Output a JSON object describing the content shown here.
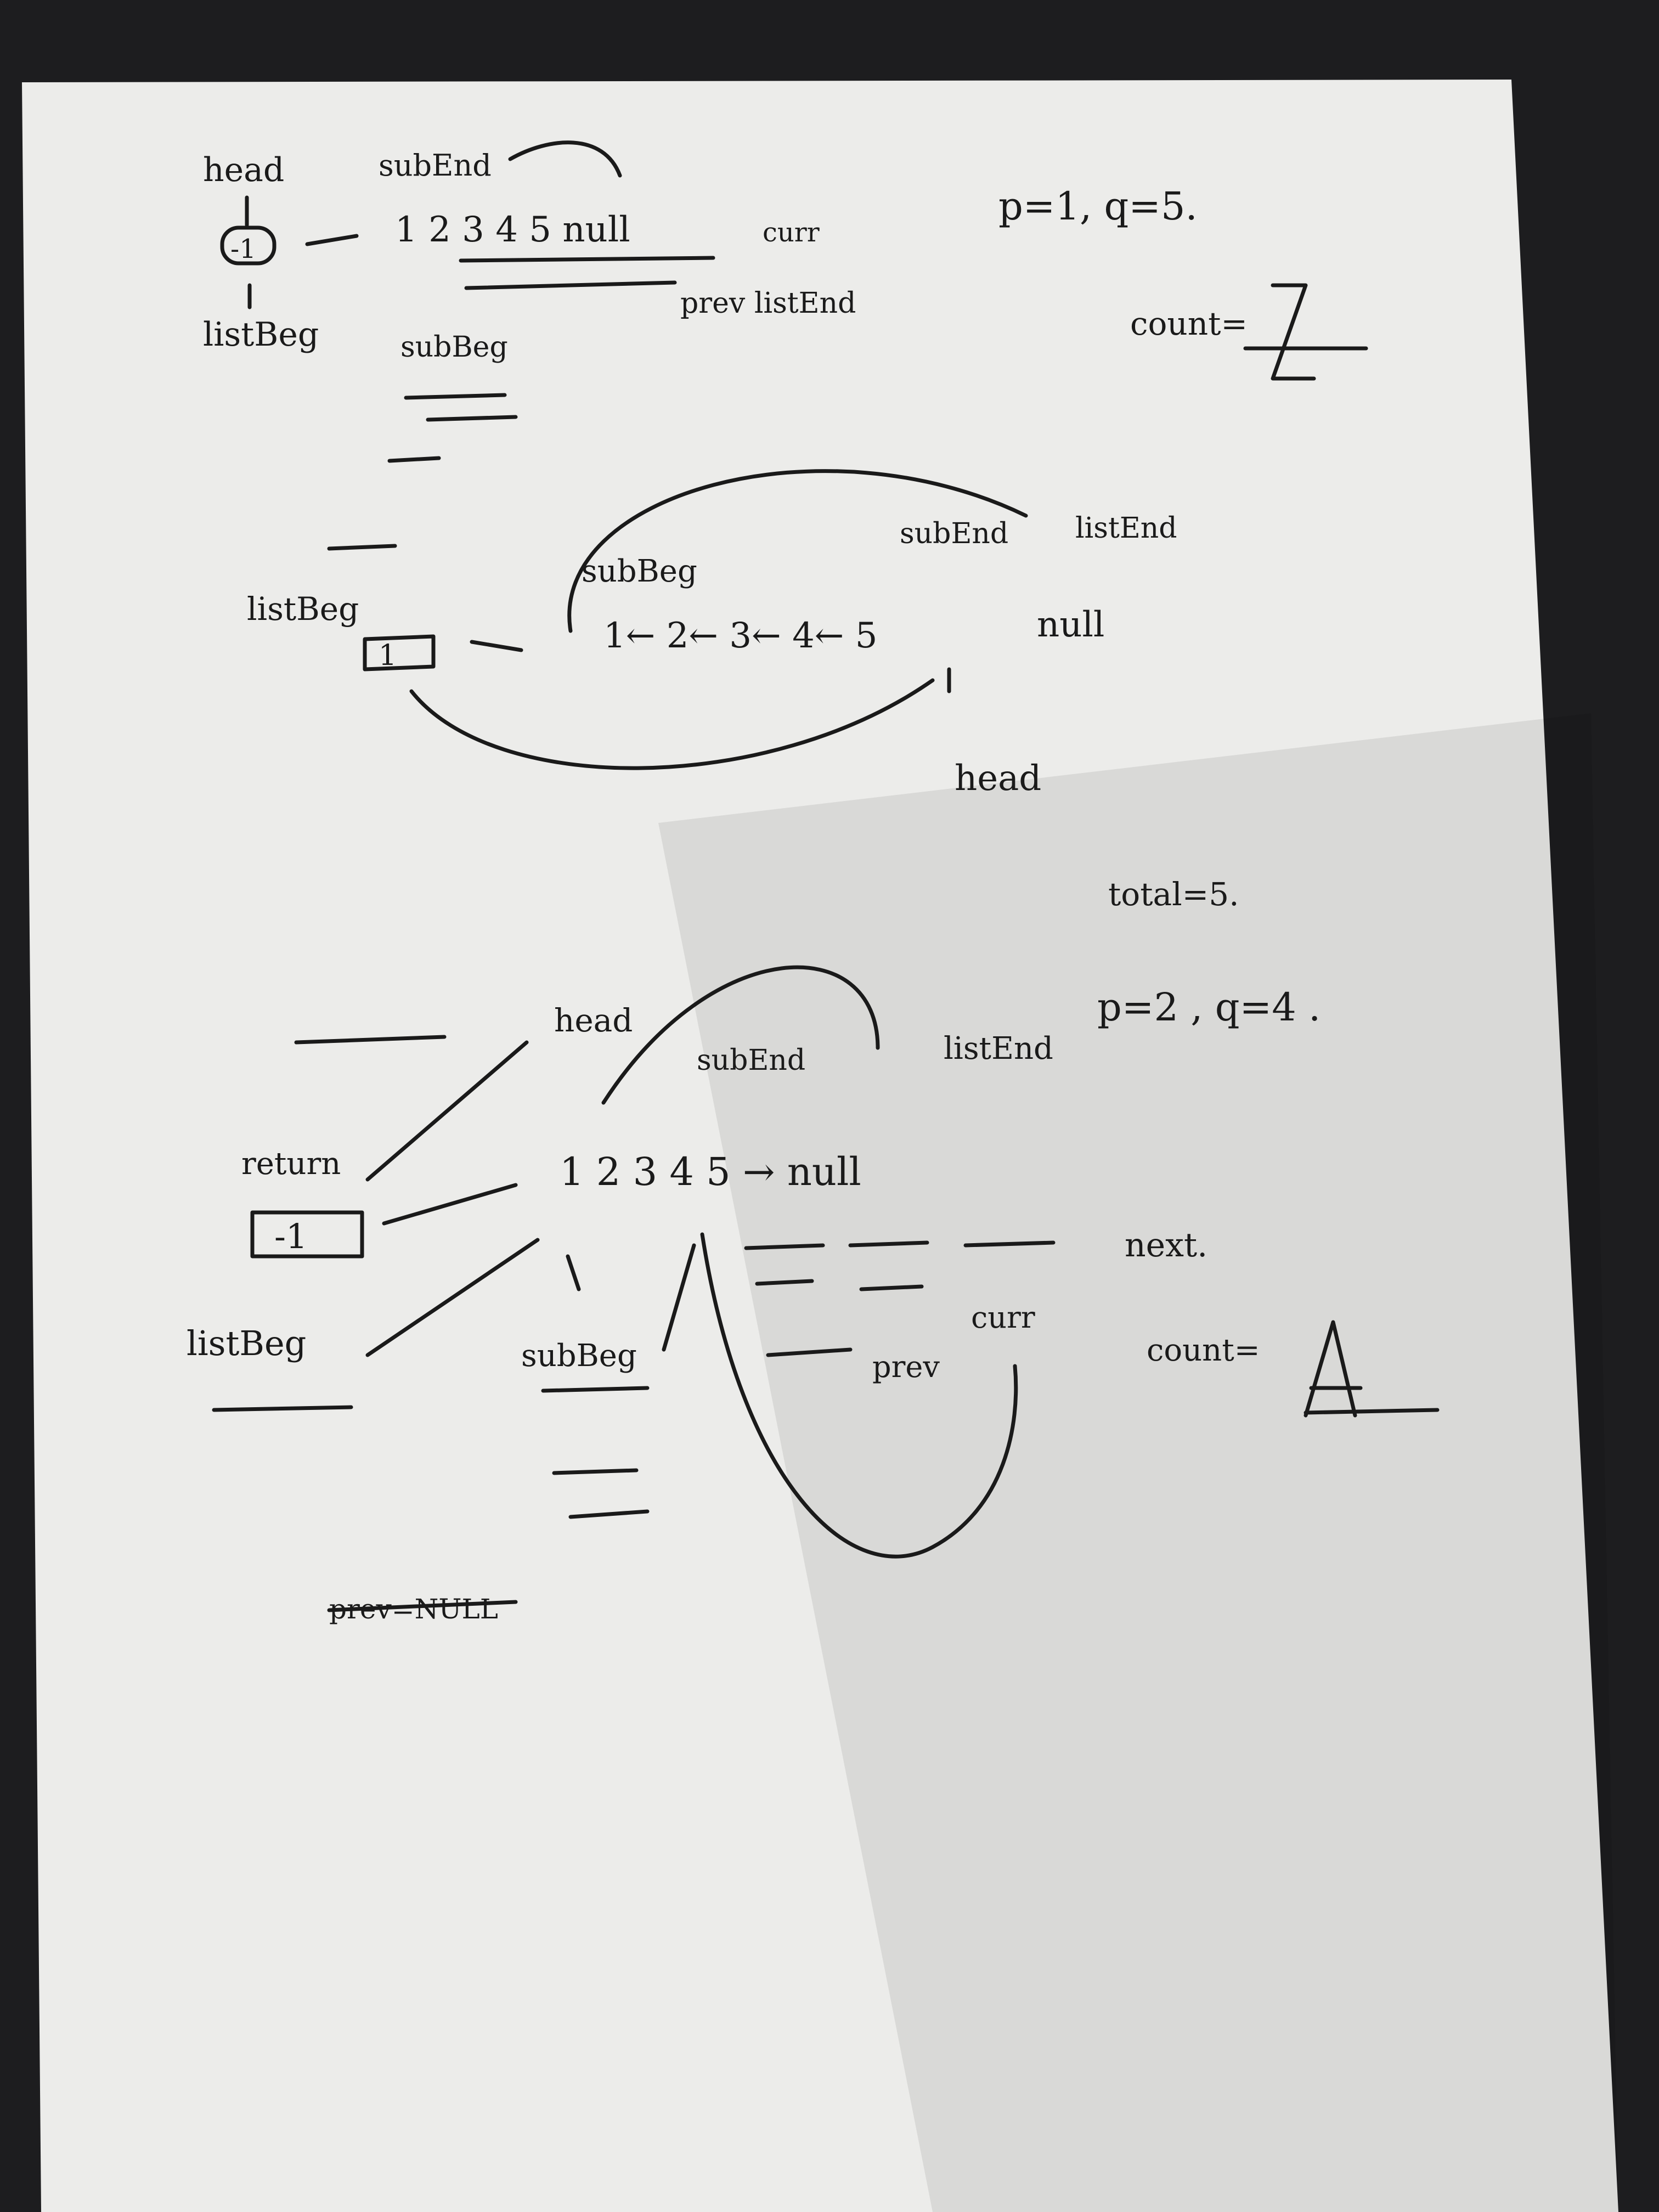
{
  "scene": {
    "description_free": true,
    "colors": {
      "paper": "#f2f2f0",
      "ink": "#1a1a1a",
      "background": "#1d1d1f"
    }
  },
  "top": {
    "head": "head",
    "sentinel": "-1",
    "list_beg": "listBeg",
    "sub_end": "subEnd",
    "chain": "1 2 3 4 5 null",
    "curr": "curr",
    "sub_beg": "subBeg",
    "prev_list_end": "prev listEnd",
    "params": "p=1, q=5.",
    "count": "count="
  },
  "middle": {
    "list_beg": "listBeg",
    "sentinel": "1",
    "sub_beg": "subBeg",
    "sub_end": "subEnd",
    "list_end": "listEnd",
    "chain": "1← 2← 3← 4← 5",
    "null": "null",
    "head": "head"
  },
  "total": "total=5.",
  "bottom": {
    "head": "head",
    "sub_end": "subEnd",
    "list_end": "listEnd",
    "params": "p=2 , q=4 .",
    "return": "return",
    "sentinel": "-1",
    "list_beg": "listBeg",
    "chain": "1 2 3 4 5 → null",
    "next": "next.",
    "curr": "curr",
    "prev": "prev",
    "sub_beg": "subBeg",
    "count": "count=",
    "prev_null": "prev=NULL"
  }
}
